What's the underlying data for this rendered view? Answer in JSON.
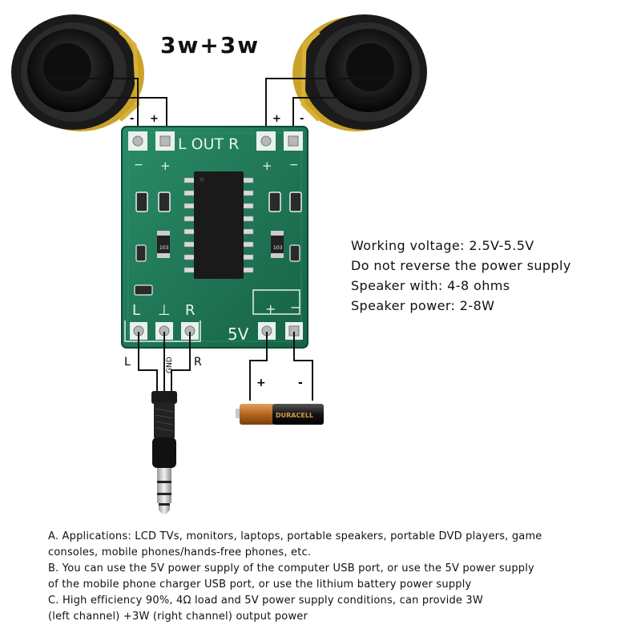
{
  "title": "3w+3w",
  "board": {
    "out_label": "L OUT R",
    "input_left": "L",
    "input_gnd_symbol": "⊥",
    "input_right": "R",
    "power_label": "5V",
    "plus": "+",
    "minus": "−",
    "resistor_code": "103"
  },
  "wiring": {
    "left_speaker_minus": "-",
    "left_speaker_plus": "+",
    "right_speaker_plus": "+",
    "right_speaker_minus": "-",
    "jack_left": "L",
    "jack_gnd": "GND",
    "jack_right": "R",
    "battery_plus": "+",
    "battery_minus": "-",
    "battery_brand": "DURACELL"
  },
  "specs": [
    "Working voltage: 2.5V-5.5V",
    "Do not reverse the power supply",
    "Speaker with: 4-8 ohms",
    "Speaker power: 2-8W"
  ],
  "notes": [
    "A. Applications: LCD TVs, monitors, laptops, portable speakers, portable DVD players, game",
    "consoles, mobile phones/hands-free phones, etc.",
    "B. You can use the 5V power supply of the computer USB port, or use the 5V power supply",
    "of the mobile phone charger USB port, or use the lithium battery power supply",
    "C. High efficiency 90%, 4Ω load and 5V power supply conditions, can provide 3W",
    "(left channel) +3W (right channel) output power"
  ],
  "colors": {
    "pcb": "#1f7a5a",
    "pcb_dark": "#13573f",
    "silkscreen": "#e8f2ec",
    "chip": "#1a1a1a",
    "speaker_gold": "#c9a227",
    "battery_copper": "#b5651d"
  }
}
